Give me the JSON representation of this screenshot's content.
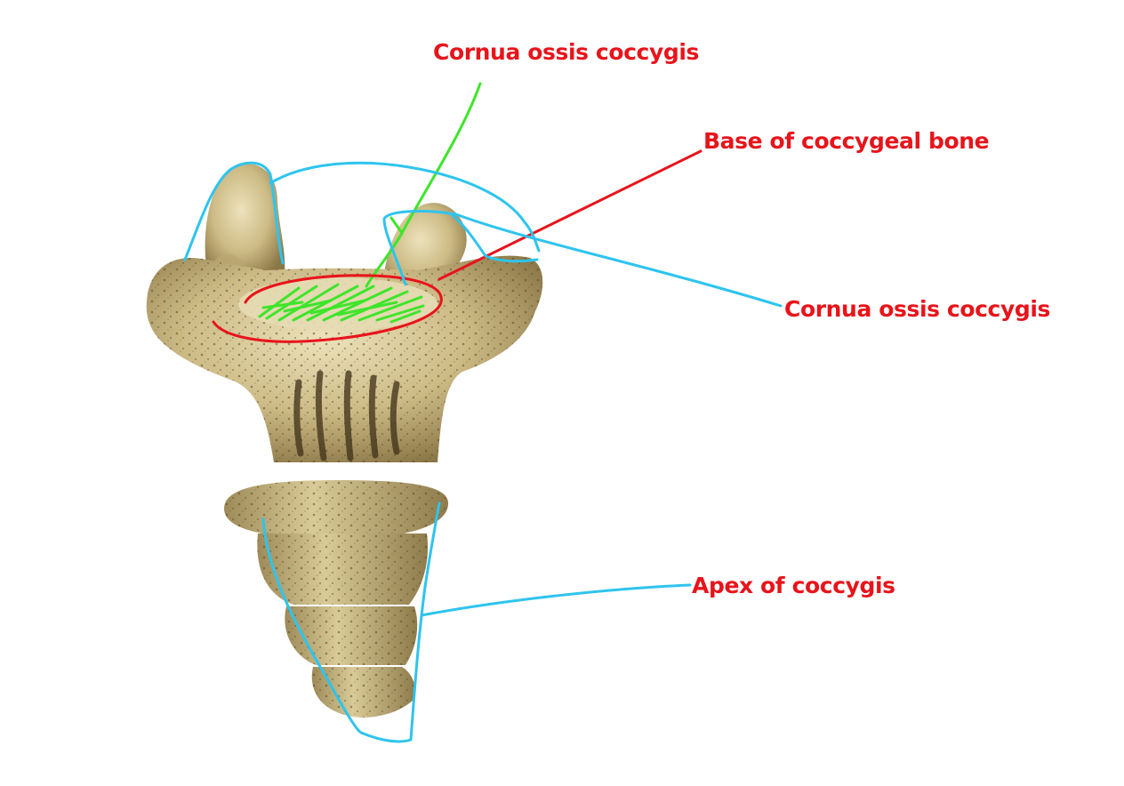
{
  "labels": {
    "cornua_top": "Cornua ossis coccygis",
    "base": "Base of coccygeal bone",
    "cornua_right": "Cornua ossis coccygis",
    "apex": "Apex of coccygis"
  },
  "colors": {
    "label_text": "#e8141b",
    "outline_cyan": "#2ec4ee",
    "leader_green": "#3ee52a",
    "base_outline_red": "#e8141b",
    "bone_light": "#e2d6a8",
    "bone_mid": "#c6b47f",
    "bone_dark": "#7e6a3e"
  }
}
